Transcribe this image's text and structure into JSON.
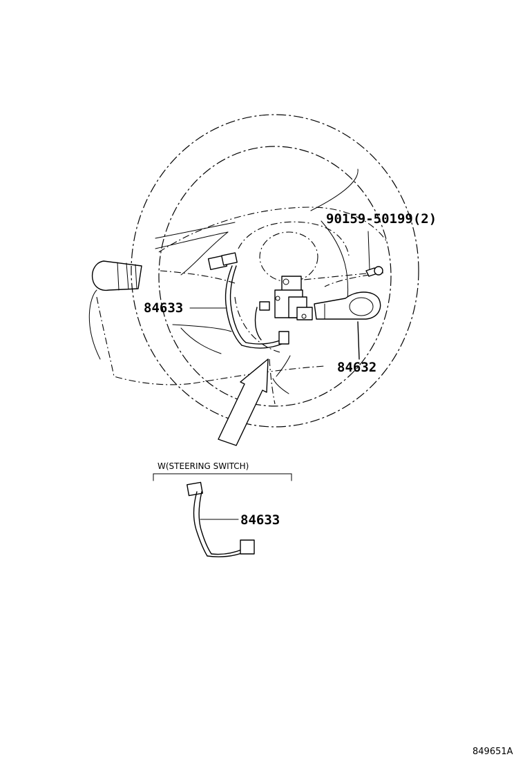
{
  "labels": {
    "harness_main": "84633",
    "switch_assembly": "84632",
    "screw": "90159-50199(2)",
    "variant_note": "W(STEERING SWITCH)",
    "harness_variant": "84633"
  },
  "figure_code": "849651A"
}
